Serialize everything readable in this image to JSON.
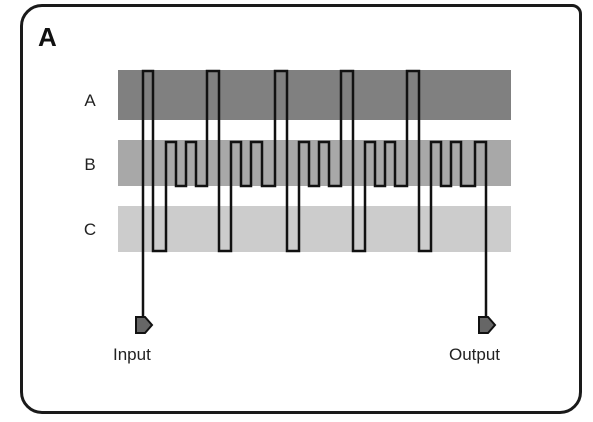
{
  "figure": {
    "panel_label": "A",
    "rows": [
      {
        "id": "A",
        "label": "A",
        "color": "#808080"
      },
      {
        "id": "B",
        "label": "B",
        "color": "#a8a8a8"
      },
      {
        "id": "C",
        "label": "C",
        "color": "#cccccc"
      }
    ],
    "input_label": "Input",
    "output_label": "Output",
    "wire_color": "#111111",
    "terminal_color": "#666666"
  }
}
